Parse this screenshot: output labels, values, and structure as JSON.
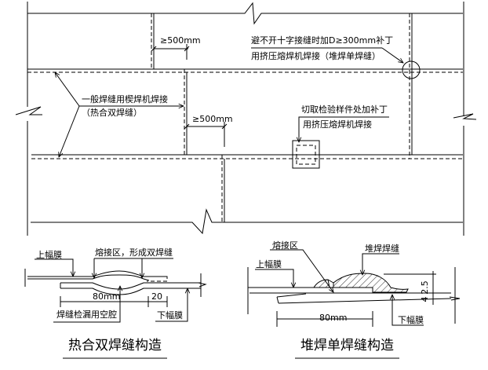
{
  "plan_view": {
    "min_overlap_top": "≥500mm",
    "min_overlap_middle": "≥500mm",
    "general_weld_note_line1": "一般焊缝用楔焊机焊接",
    "general_weld_note_line2": "（热合双焊缝）",
    "cross_joint_note_line1": "避不开十字接缝时加D≥300mm补丁",
    "cross_joint_note_line2": "用挤压熔焊机焊接（堆焊单焊缝）",
    "sample_patch_note_line1": "切取检验样件处加补丁",
    "sample_patch_note_line2": "用挤压熔焊机焊接"
  },
  "double_weld_section": {
    "title": "热合双焊缝构造",
    "upper_membrane_label": "上幅膜",
    "fusion_zone_label": "熔接区，形成双焊缝",
    "width_dim": "80mm",
    "edge_dim": "20",
    "cavity_label": "焊缝检漏用空腔",
    "lower_membrane_label": "下幅膜"
  },
  "single_weld_section": {
    "title": "堆焊单焊缝构造",
    "fusion_zone_label": "熔接区",
    "bead_label": "堆焊焊缝",
    "upper_membrane_label": "上幅膜",
    "height_dim": "2.5",
    "thickness_dim": "4",
    "width_dim": "80mm",
    "lower_membrane_label": "下幅膜"
  }
}
